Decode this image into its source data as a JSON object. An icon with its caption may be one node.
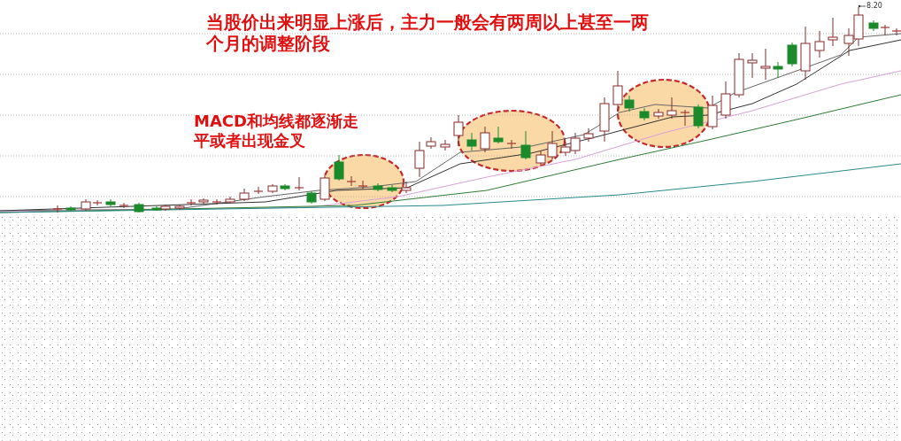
{
  "diagram": {
    "labels": [
      "当股价出来明显上涨后，主力一般会有两周以上甚至一两个月的调整阶段",
      "MACD和均线都逐渐走平或者出现金叉",
      "8.20"
    ]
  }
}
